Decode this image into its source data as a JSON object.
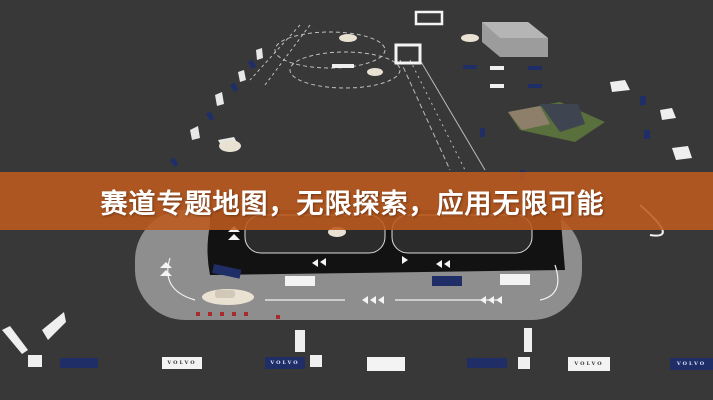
{
  "banner": {
    "title": "赛道专题地图，无限探索，应用无限可能",
    "background_color": "#BE5A1E",
    "text_color": "#FFFFFF"
  },
  "scene": {
    "description": "3D rendered aerial view of a driving test track with signage",
    "ground_color": "#3A3A3A",
    "track_outer_color": "#8E8E8E",
    "track_inner_color": "#111111",
    "signs": [
      {
        "text": "VOLVO",
        "style": "white"
      },
      {
        "text": "VOLVO",
        "style": "blue"
      },
      {
        "text": "VOLVO",
        "style": "white"
      },
      {
        "text": "VOLVO",
        "style": "blue"
      },
      {
        "text": "VOLVO",
        "style": "blue"
      }
    ]
  }
}
